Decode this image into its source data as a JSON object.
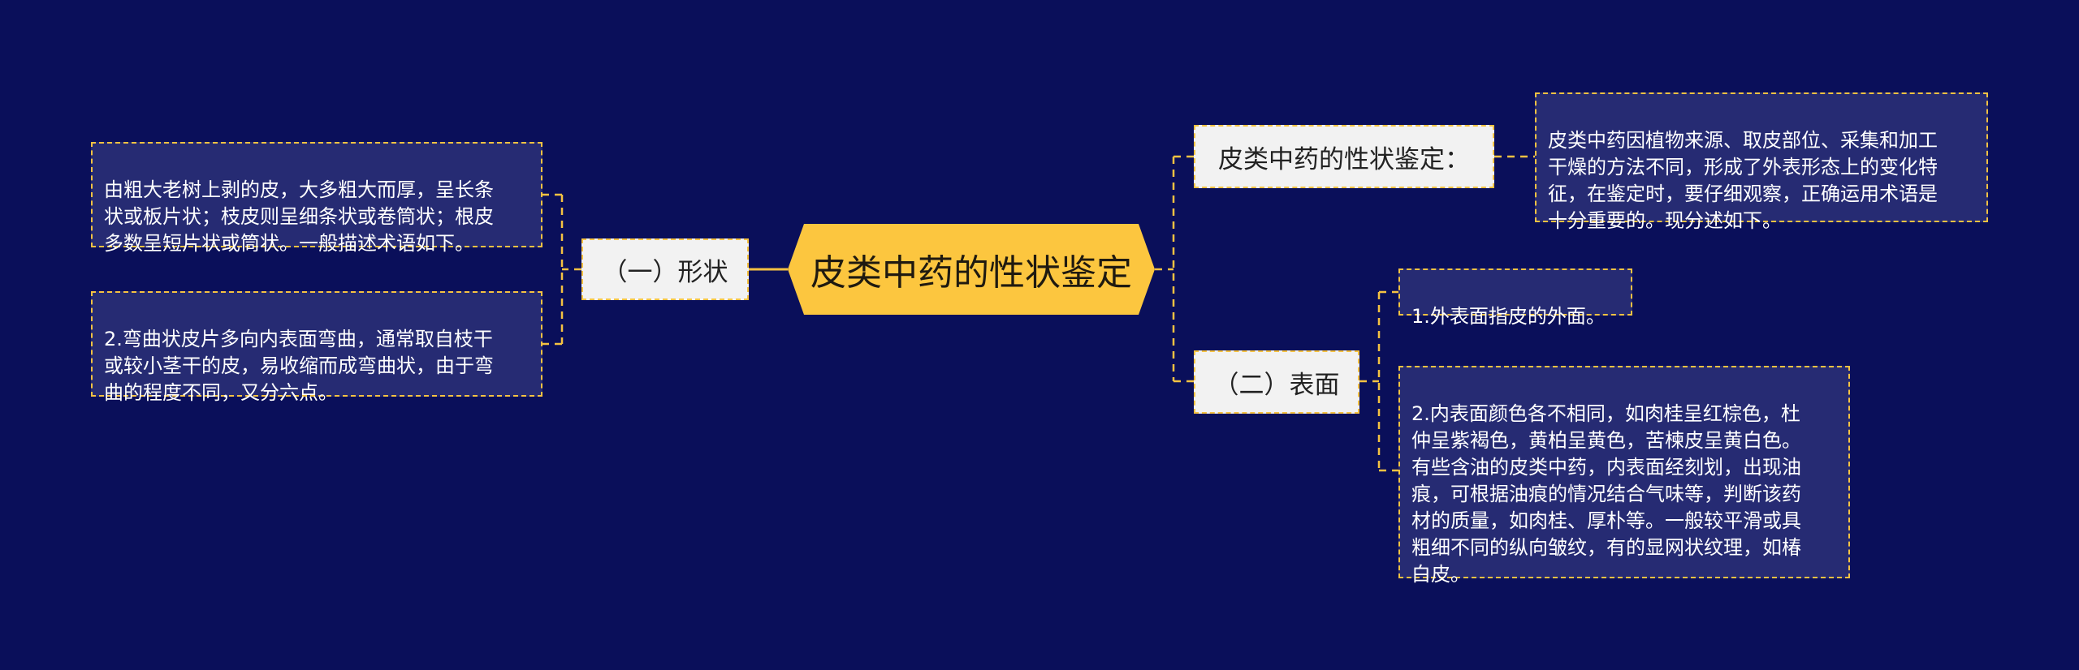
{
  "root": {
    "label": "皮类中药的性状鉴定"
  },
  "branches": {
    "shape": {
      "label": "（一）形状",
      "leaves": [
        "由粗大老树上剥的皮，大多粗大而厚，呈长条\n状或板片状；枝皮则呈细条状或卷筒状；根皮\n多数呈短片状或筒状。一般描述术语如下。",
        "2.弯曲状皮片多向内表面弯曲，通常取自枝干\n或较小茎干的皮，易收缩而成弯曲状，由于弯\n曲的程度不同，又分六点。"
      ]
    },
    "intro": {
      "label": "皮类中药的性状鉴定：",
      "leaves": [
        "皮类中药因植物来源、取皮部位、采集和加工\n干燥的方法不同，形成了外表形态上的变化特\n征，在鉴定时，要仔细观察，正确运用术语是\n十分重要的。现分述如下。"
      ]
    },
    "surface": {
      "label": "（二）表面",
      "leaves": [
        "1.外表面指皮的外面。",
        "2.内表面颜色各不相同，如肉桂呈红棕色，杜\n仲呈紫褐色，黄柏呈黄色，苦楝皮呈黄白色。\n有些含油的皮类中药，内表面经刻划，出现油\n痕，可根据油痕的情况结合气味等，判断该药\n材的质量，如肉桂、厚朴等。一般较平滑或具\n粗细不同的纵向皱纹，有的显网状纹理，如椿\n白皮。"
      ]
    }
  },
  "colors": {
    "background": "#0a0f5a",
    "root_fill": "#fcc63f",
    "connector": "#f5c242",
    "branch_fill": "#f2f2f2",
    "leaf_fill": "#262b73"
  }
}
